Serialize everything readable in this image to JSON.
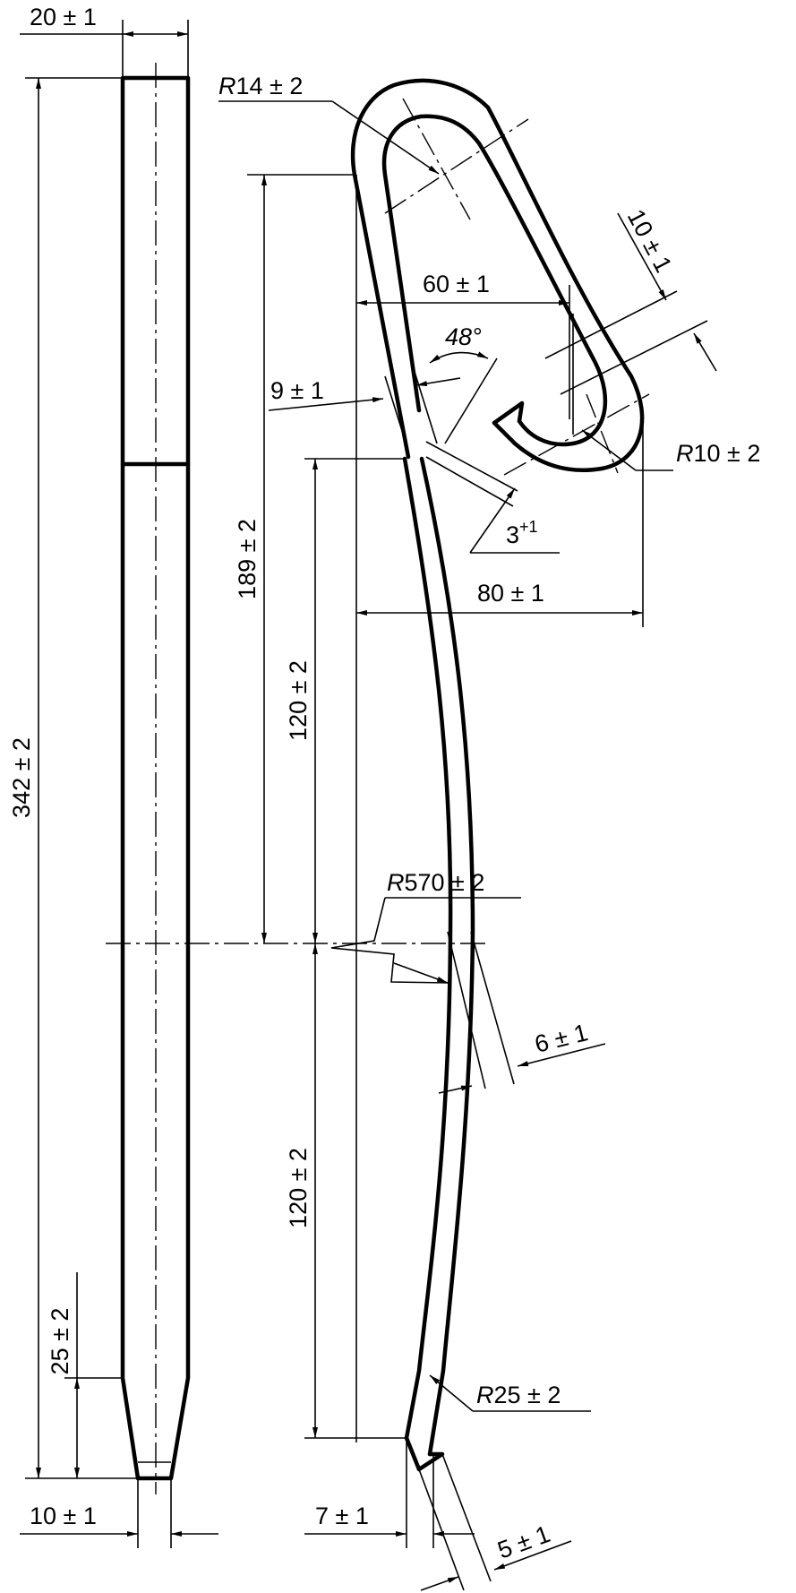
{
  "dimensions": {
    "width_top": "20 ± 1",
    "overall_length": "342 ± 2",
    "taper_length": "25 ± 2",
    "tip_width": "10 ± 1",
    "hook_radius_top": "14 ± 2",
    "hook_height": "189 ± 2",
    "hook_span": "60 ± 1",
    "eye_gap": "10 ± 1",
    "angle": "48°",
    "wall_thickness": "9 ± 1",
    "eye_radius": "10 ± 2",
    "notch_depth": "3",
    "notch_tolerance": "+1",
    "overall_width": "80 ± 1",
    "upper_segment": "120 ± 2",
    "lower_segment": "120 ± 2",
    "bend_radius": "570 ± 2",
    "blade_thickness": "6 ± 1",
    "foot_radius": "25 ± 2",
    "foot_offset": "7 ± 1",
    "foot_thickness": "5 ± 1"
  },
  "radius_symbol": "R",
  "colors": {
    "line": "#000000",
    "background": "#ffffff"
  }
}
